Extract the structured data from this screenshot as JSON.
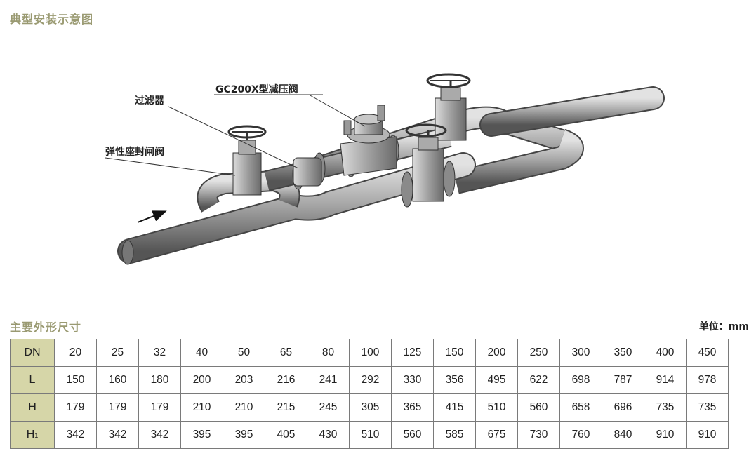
{
  "titles": {
    "diagram": "典型安装示意图",
    "dimensions": "主要外形尺寸",
    "unit": "单位：mm"
  },
  "callouts": {
    "filter": "过滤器",
    "pressure_valve": "GC200X型减压阀",
    "gate_valve": "弹性座封闸阀"
  },
  "table": {
    "rows": [
      {
        "label": "DN",
        "values": [
          "20",
          "25",
          "32",
          "40",
          "50",
          "65",
          "80",
          "100",
          "125",
          "150",
          "200",
          "250",
          "300",
          "350",
          "400",
          "450"
        ]
      },
      {
        "label": "L",
        "values": [
          "150",
          "160",
          "180",
          "200",
          "203",
          "216",
          "241",
          "292",
          "330",
          "356",
          "495",
          "622",
          "698",
          "787",
          "914",
          "978"
        ]
      },
      {
        "label": "H",
        "values": [
          "179",
          "179",
          "179",
          "210",
          "210",
          "215",
          "245",
          "305",
          "365",
          "415",
          "510",
          "560",
          "658",
          "696",
          "735",
          "735"
        ]
      },
      {
        "label": "H",
        "label_sub": "1",
        "values": [
          "342",
          "342",
          "342",
          "395",
          "395",
          "405",
          "430",
          "510",
          "560",
          "585",
          "675",
          "730",
          "760",
          "840",
          "910",
          "910"
        ]
      }
    ]
  },
  "colors": {
    "heading": "#9a9a72",
    "header_cell": "#d6d6a8",
    "pipe": "#9a9a9a"
  }
}
